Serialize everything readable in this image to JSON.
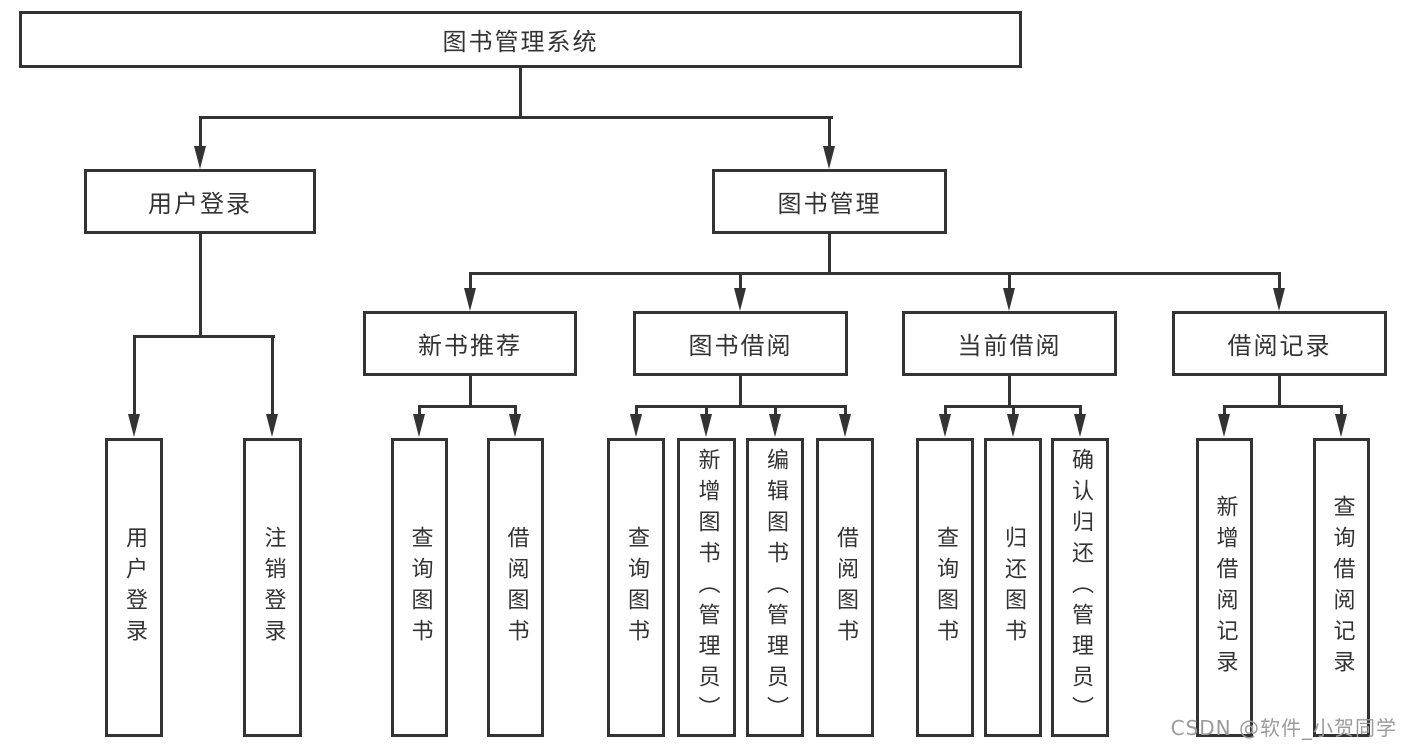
{
  "diagram": {
    "root": {
      "label": "图书管理系统"
    },
    "level2": [
      {
        "label": "用户登录",
        "children": [
          "用户登录",
          "注销登录"
        ]
      },
      {
        "label": "图书管理",
        "children": [
          {
            "label": "新书推荐",
            "children": [
              "查询图书",
              "借阅图书"
            ]
          },
          {
            "label": "图书借阅",
            "children": [
              "查询图书",
              "新增图书（管理员）",
              "编辑图书（管理员）",
              "借阅图书"
            ]
          },
          {
            "label": "当前借阅",
            "children": [
              "查询图书",
              "归还图书",
              "确认归还（管理员）"
            ]
          },
          {
            "label": "借阅记录",
            "children": [
              "新增借阅记录",
              "查询借阅记录"
            ]
          }
        ]
      }
    ]
  },
  "watermark": {
    "text": "CSDN @软件_小贺同学"
  },
  "colors": {
    "line": "#333333",
    "text": "#333333",
    "background": "#ffffff",
    "watermark": "#9b9b9b"
  }
}
